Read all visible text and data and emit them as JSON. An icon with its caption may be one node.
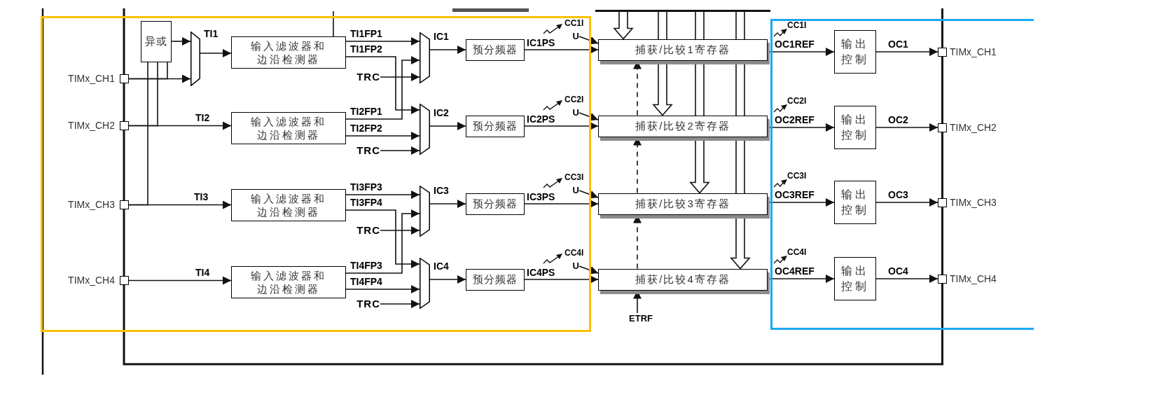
{
  "diagram": {
    "nodes": [
      {
        "text": [],
        "shape": "box"
      },
      {
        "text": [],
        "shape": "box"
      },
      {
        "text": [
          "异或"
        ],
        "in": 0
      },
      {
        "text": [],
        "shape": "trapezoid",
        "in": 0
      },
      {
        "text": [],
        "shape": "box",
        "beside": [
          "TIMx_CH1"
        ],
        "in": 0
      },
      {
        "text": [],
        "shape": "box",
        "beside": [
          "TIMx_CH2"
        ],
        "in": 0
      },
      {
        "text": [],
        "shape": "box",
        "beside": [
          "TIMx_CH3"
        ],
        "in": 0
      },
      {
        "text": [],
        "shape": "box",
        "beside": [
          "TIMx_CH4"
        ],
        "in": 0
      },
      {
        "text": [
          "输入滤波器和边沿检测器"
        ],
        "in": 0
      },
      {
        "text": [
          "输入滤波器和边沿检测器"
        ],
        "in": 0
      },
      {
        "text": [
          "输入滤波器和边沿检测器"
        ],
        "in": 0
      },
      {
        "text": [
          "输入滤波器和边沿检测器"
        ],
        "in": 0
      },
      {
        "text": [
          "TRC"
        ],
        "in": 0
      },
      {
        "text": [
          "TRC"
        ],
        "in": 0
      },
      {
        "text": [
          "TRC"
        ],
        "in": 0
      },
      {
        "text": [
          "TRC"
        ],
        "in": 0
      },
      {
        "text": [],
        "shape": "trapezoid",
        "in": 0
      },
      {
        "text": [],
        "shape": "trapezoid",
        "in": 0
      },
      {
        "text": [],
        "shape": "trapezoid",
        "in": 0
      },
      {
        "text": [],
        "shape": "trapezoid",
        "in": 0
      },
      {
        "text": [
          "预分频器"
        ],
        "in": 0
      },
      {
        "text": [
          "预分频器"
        ],
        "in": 0
      },
      {
        "text": [
          "预分频器"
        ],
        "in": 0
      },
      {
        "text": [
          "预分频器"
        ],
        "in": 0
      },
      {
        "text": [
          "U"
        ],
        "in": 0
      },
      {
        "text": [
          "U"
        ],
        "in": 0
      },
      {
        "text": [
          "U"
        ],
        "in": 0
      },
      {
        "text": [
          "U"
        ],
        "in": 0
      },
      {
        "text": [
          "捕获/比较1寄存器"
        ]
      },
      {
        "text": [
          "捕获/比较2寄存器"
        ]
      },
      {
        "text": [
          "捕获/比较3寄存器"
        ]
      },
      {
        "text": [
          "捕获/比较4寄存器"
        ]
      },
      {
        "text": [
          "ETRF"
        ]
      },
      {
        "text": [
          "输出控制"
        ],
        "in": 1
      },
      {
        "text": [
          "输出控制"
        ],
        "in": 1
      },
      {
        "text": [
          "输出控制"
        ],
        "in": 1
      },
      {
        "text": [
          "输出控制"
        ],
        "in": 1
      },
      {
        "text": [],
        "shape": "box",
        "beside": [
          "TIMx_CH1"
        ],
        "in": 1
      },
      {
        "text": [],
        "shape": "box",
        "beside": [
          "TIMx_CH2"
        ],
        "in": 1
      },
      {
        "text": [],
        "shape": "box",
        "beside": [
          "TIMx_CH3"
        ],
        "in": 1
      },
      {
        "text": [],
        "shape": "box",
        "beside": [
          "TIMx_CH4"
        ],
        "in": 1
      },
      {
        "text": [],
        "shape": "bar"
      }
    ],
    "edges": [
      {
        "from": 2,
        "to": 3,
        "arrow": "to"
      },
      {
        "from": 4,
        "to": 3,
        "arrow": "to"
      },
      {
        "from": 4,
        "to": 2,
        "arrow": "none"
      },
      {
        "from": 5,
        "to": 2,
        "arrow": "none"
      },
      {
        "from": 6,
        "to": 2,
        "arrow": "none"
      },
      {
        "from": 3,
        "to": 8,
        "arrow": "to",
        "label": "TI1"
      },
      {
        "from": 5,
        "to": 9,
        "arrow": "to",
        "label": "TI2"
      },
      {
        "from": 6,
        "to": 10,
        "arrow": "to",
        "label": "TI3"
      },
      {
        "from": 7,
        "to": 11,
        "arrow": "to",
        "label": "TI4"
      },
      {
        "from": 8,
        "to": 16,
        "arrow": "to",
        "label": "TI1FP1"
      },
      {
        "from": 8,
        "to": 17,
        "arrow": "to",
        "label": "TI1FP2"
      },
      {
        "from": 9,
        "to": 16,
        "arrow": "to",
        "label": "TI2FP1"
      },
      {
        "from": 9,
        "to": 17,
        "arrow": "to",
        "label": "TI2FP2"
      },
      {
        "from": 12,
        "to": 16,
        "arrow": "to"
      },
      {
        "from": 13,
        "to": 17,
        "arrow": "to"
      },
      {
        "from": 10,
        "to": 18,
        "arrow": "to",
        "label": "TI3FP3"
      },
      {
        "from": 10,
        "to": 19,
        "arrow": "to",
        "label": "TI3FP4"
      },
      {
        "from": 11,
        "to": 18,
        "arrow": "to",
        "label": "TI4FP3"
      },
      {
        "from": 11,
        "to": 19,
        "arrow": "to",
        "label": "TI4FP4"
      },
      {
        "from": 14,
        "to": 18,
        "arrow": "to"
      },
      {
        "from": 15,
        "to": 19,
        "arrow": "to"
      },
      {
        "from": 16,
        "to": 20,
        "arrow": "to",
        "label": "IC1"
      },
      {
        "from": 17,
        "to": 21,
        "arrow": "to",
        "label": "IC2"
      },
      {
        "from": 18,
        "to": 22,
        "arrow": "to",
        "label": "IC3"
      },
      {
        "from": 19,
        "to": 23,
        "arrow": "to",
        "label": "IC4"
      },
      {
        "from": 20,
        "to": 28,
        "arrow": "to",
        "label": "IC1PS"
      },
      {
        "from": 21,
        "to": 29,
        "arrow": "to",
        "label": "IC2PS"
      },
      {
        "from": 22,
        "to": 30,
        "arrow": "to",
        "label": "IC3PS"
      },
      {
        "from": 23,
        "to": 31,
        "arrow": "to",
        "label": "IC4PS"
      },
      {
        "from": 24,
        "to": 28,
        "arrow": "to"
      },
      {
        "from": 25,
        "to": 29,
        "arrow": "to"
      },
      {
        "from": 26,
        "to": 30,
        "arrow": "to"
      },
      {
        "from": 27,
        "to": 31,
        "arrow": "to"
      },
      {
        "from": 28,
        "to": 33,
        "arrow": "to",
        "label": "OC1REF"
      },
      {
        "from": 29,
        "to": 34,
        "arrow": "to",
        "label": "OC2REF"
      },
      {
        "from": 30,
        "to": 35,
        "arrow": "to",
        "label": "OC3REF"
      },
      {
        "from": 31,
        "to": 36,
        "arrow": "to",
        "label": "OC4REF"
      },
      {
        "from": 33,
        "to": 37,
        "arrow": "to",
        "label": "OC1"
      },
      {
        "from": 34,
        "to": 38,
        "arrow": "to",
        "label": "OC2"
      },
      {
        "from": 35,
        "to": 39,
        "arrow": "to",
        "label": "OC3"
      },
      {
        "from": 36,
        "to": 40,
        "arrow": "to",
        "label": "OC4"
      },
      {
        "from": 29,
        "to": 28,
        "arrow": "to",
        "style": "dashed"
      },
      {
        "from": 30,
        "to": 29,
        "arrow": "to",
        "style": "dashed"
      },
      {
        "from": 31,
        "to": 30,
        "arrow": "to",
        "style": "dashed"
      },
      {
        "from": 32,
        "to": 31,
        "arrow": "to"
      },
      {
        "from": 41,
        "to": 28,
        "arrow": "to",
        "style": "thick"
      },
      {
        "from": 41,
        "to": 29,
        "arrow": "to",
        "style": "thick"
      },
      {
        "from": 41,
        "to": 30,
        "arrow": "to",
        "style": "thick"
      },
      {
        "from": 41,
        "to": 31,
        "arrow": "to",
        "style": "thick"
      },
      {
        "from": null,
        "to": 8,
        "arrow": "none"
      }
    ],
    "labels": [
      "CC1I",
      "CC1I",
      "CC2I",
      "CC2I",
      "CC3I",
      "CC3I",
      "CC4I",
      "CC4I"
    ]
  }
}
